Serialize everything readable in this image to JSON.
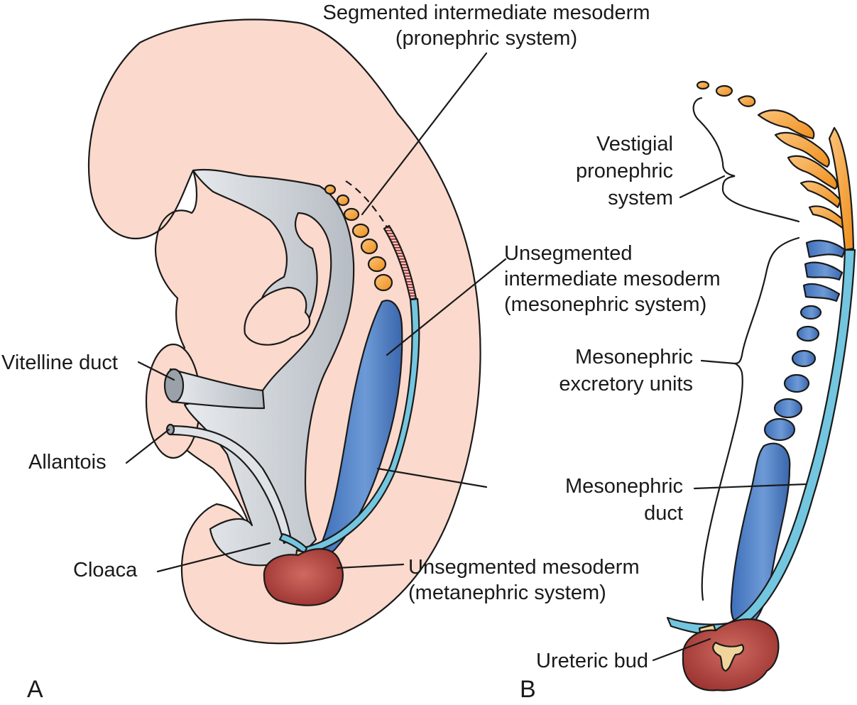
{
  "labels": {
    "segmented_intermediate": [
      "Segmented intermediate mesoderm",
      "(pronephric system)"
    ],
    "unsegmented_intermediate": [
      "Unsegmented",
      "intermediate mesoderm",
      "(mesonephric system)"
    ],
    "vitelline_duct": "Vitelline duct",
    "allantois": "Allantois",
    "cloaca": "Cloaca",
    "unsegmented_mesoderm": [
      "Unsegmented mesoderm",
      "(metanephric system)"
    ],
    "vestigial_pronephric": [
      "Vestigial",
      "pronephric",
      "system"
    ],
    "mesonephric_units": [
      "Mesonephric",
      "excretory units"
    ],
    "mesonephric_duct": [
      "Mesonephric",
      "duct"
    ],
    "ureteric_bud": "Ureteric bud",
    "panel_a": "A",
    "panel_b": "B"
  },
  "colors": {
    "embryo_skin": "#fbd9cc",
    "gut_gray": "#c9ced4",
    "pronephros_orange": "#f6a435",
    "mesonephros_blue": "#4a7cc4",
    "duct_cyan": "#73c6df",
    "metanephros_red": "#b84842",
    "ureteric_bud_tan": "#efd59c",
    "nephric_cord_dark_red": "#8c2a28"
  }
}
